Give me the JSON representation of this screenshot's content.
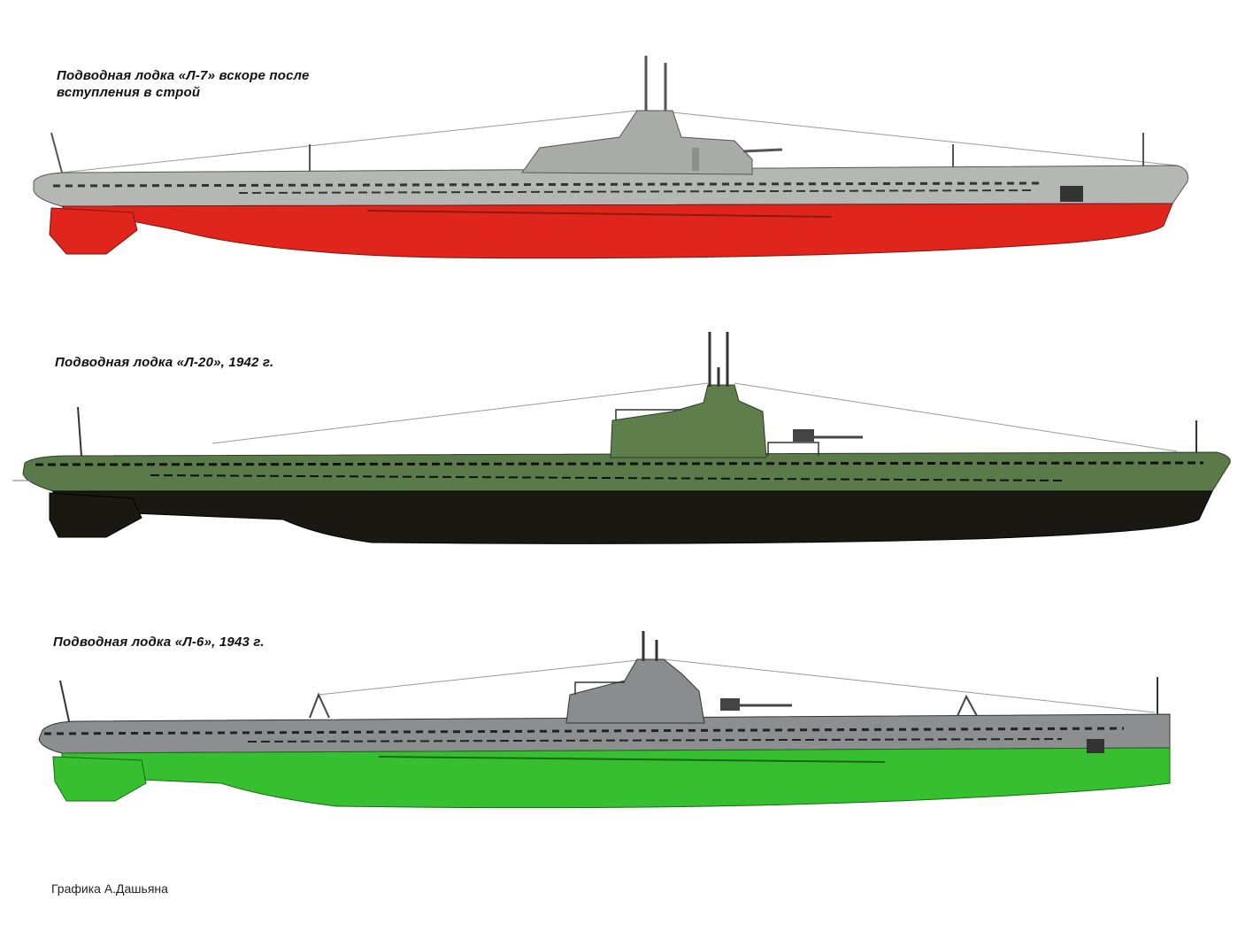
{
  "captions": {
    "sub1": "Подводная лодка «Л-7» вскоре после вступления в строй",
    "sub2": "Подводная лодка «Л-20», 1942 г.",
    "sub3": "Подводная лодка «Л-6», 1943 г."
  },
  "credit": "Графика А.Дашьяна",
  "colors": {
    "sub1_upper": "#b4b7b4",
    "sub1_lower": "#e0261c",
    "sub2_upper": "#5a7a4a",
    "sub2_lower": "#1a1812",
    "sub3_upper": "#8c8e90",
    "sub3_lower": "#36c030"
  }
}
